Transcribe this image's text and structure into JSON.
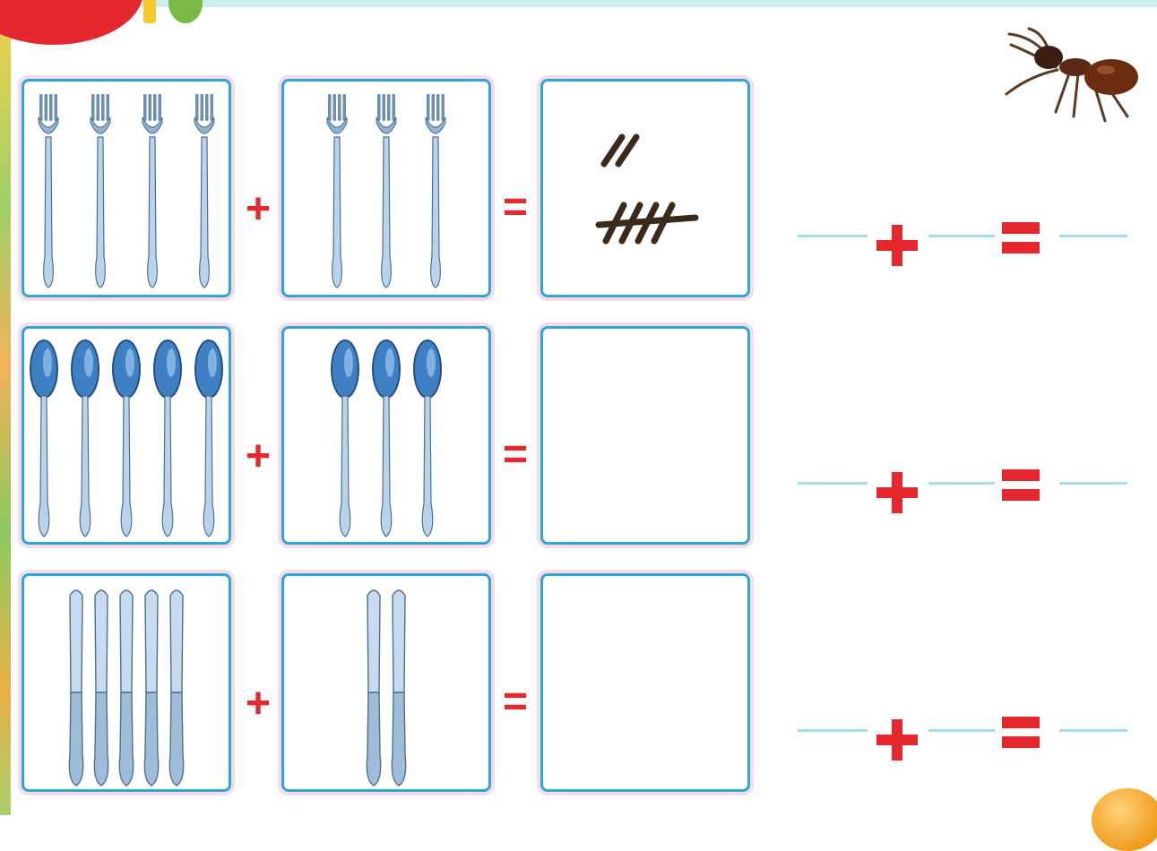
{
  "operators": {
    "plus": "+",
    "equals": "="
  },
  "colors": {
    "accent_red": "#e4282d",
    "card_border": "#30a6d6",
    "blank_line": "#a8dcf0",
    "tally": "#3a2a1c"
  },
  "rows": [
    {
      "object": "fork",
      "first_count": 4,
      "second_count": 3,
      "answer_tally": 7
    },
    {
      "object": "spoon",
      "first_count": 5,
      "second_count": 3,
      "answer_tally": null
    },
    {
      "object": "knife",
      "first_count": 5,
      "second_count": 2,
      "answer_tally": null
    }
  ],
  "icons": [
    "fork-icon",
    "spoon-icon",
    "knife-icon",
    "ant-icon"
  ]
}
